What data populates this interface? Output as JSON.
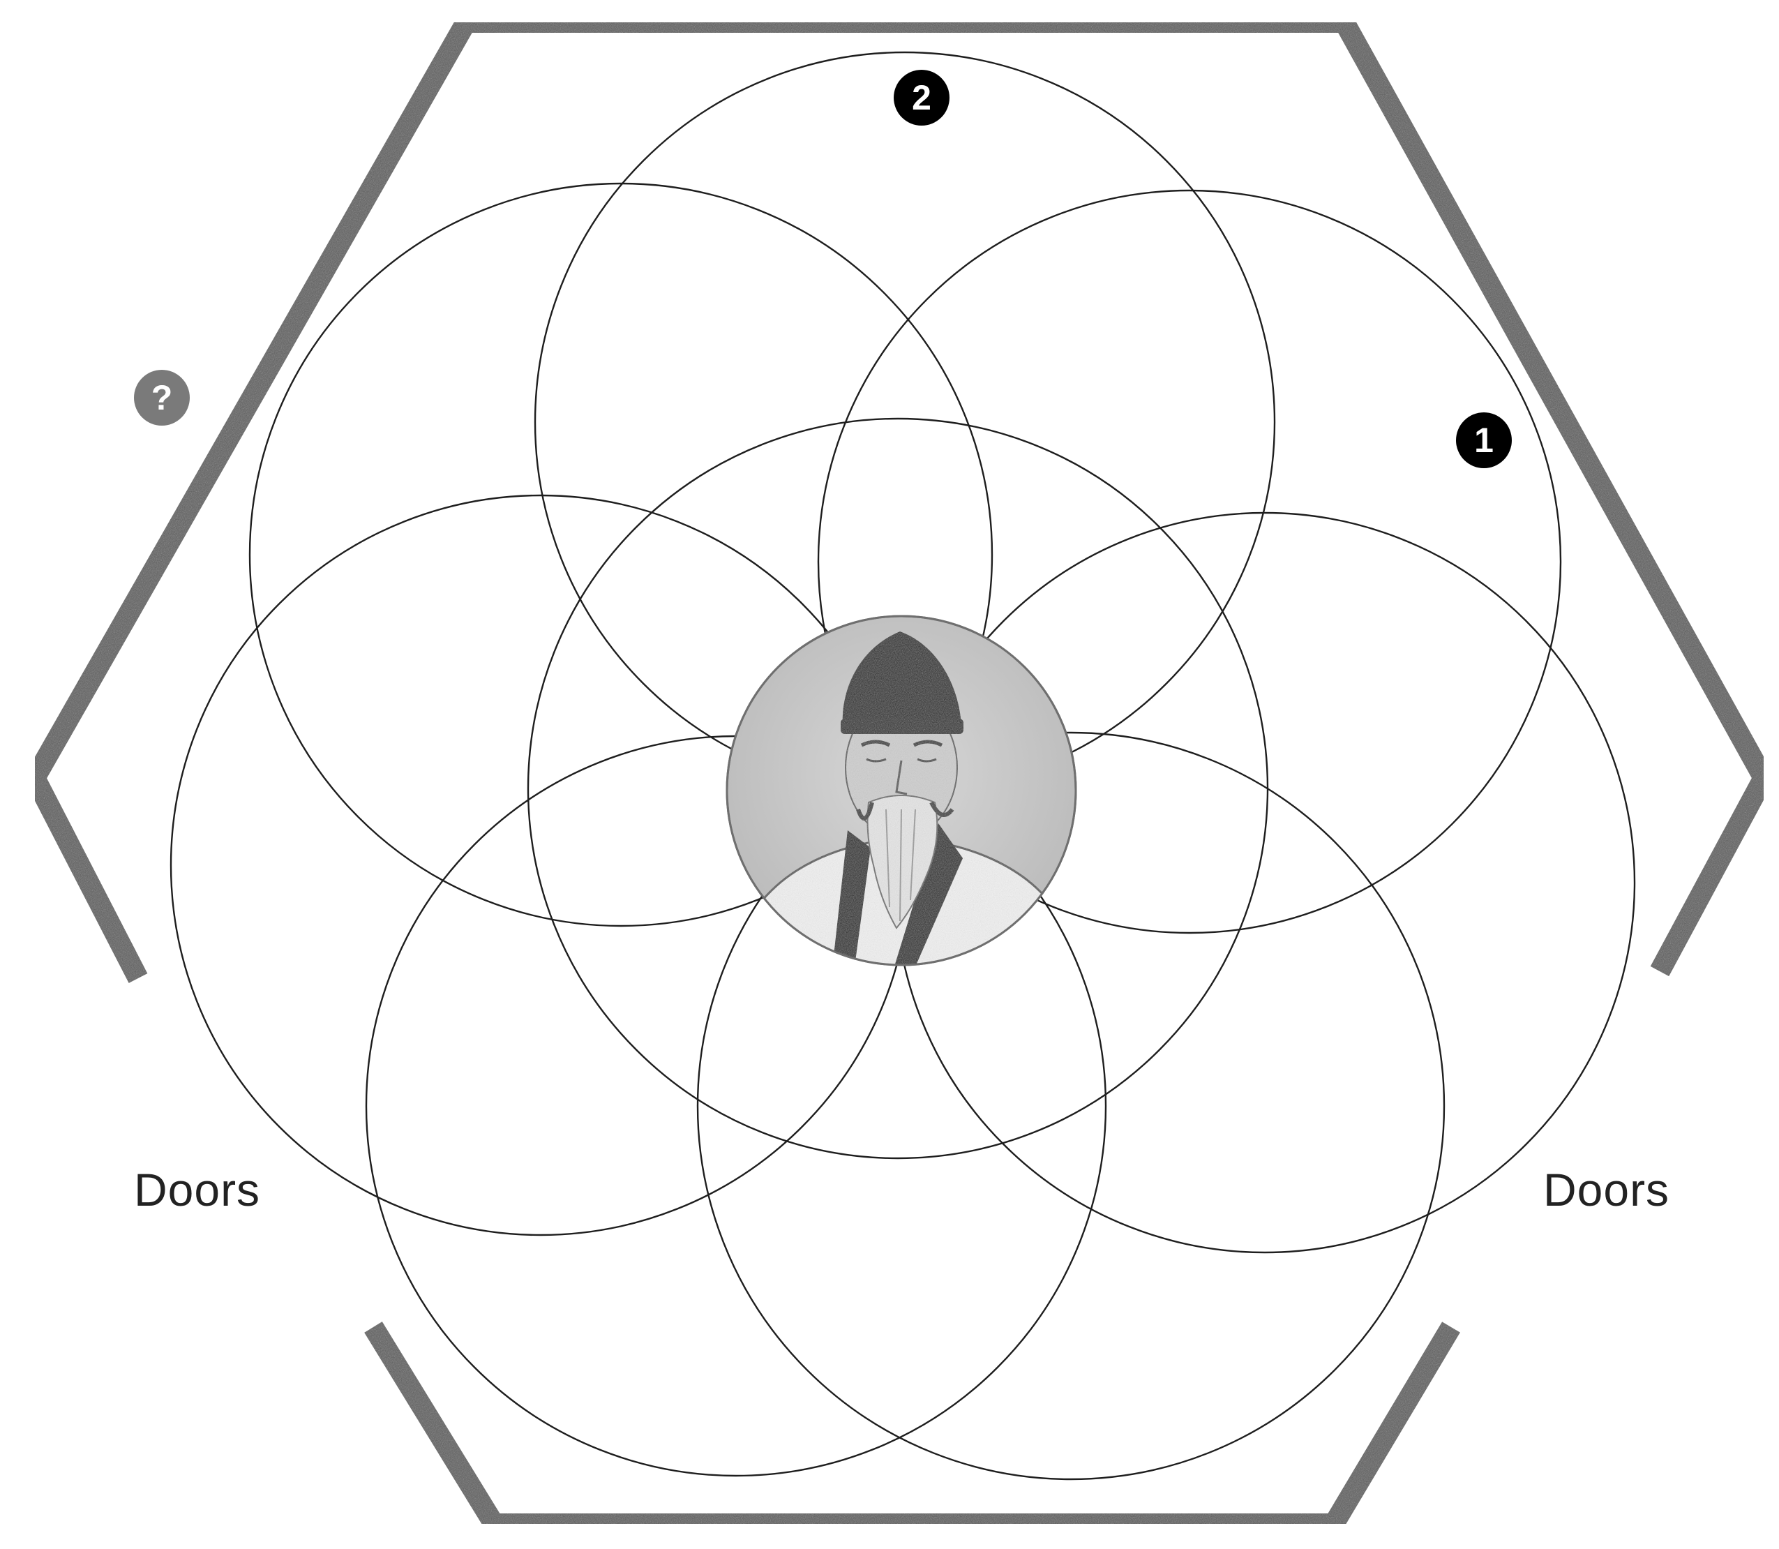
{
  "diagram": {
    "doors": [
      {
        "label": "Doors"
      },
      {
        "label": "Doors"
      }
    ],
    "markers": [
      {
        "label": "1",
        "color": "#000000"
      },
      {
        "label": "2",
        "color": "#000000"
      },
      {
        "label": "?",
        "color": "#7a7a7a"
      }
    ],
    "portrait": {
      "icon": "portrait-of-robed-elder"
    },
    "colors": {
      "wall": "#5a5a5a",
      "rings": "#1e1e1e",
      "background": "#ffffff"
    }
  }
}
